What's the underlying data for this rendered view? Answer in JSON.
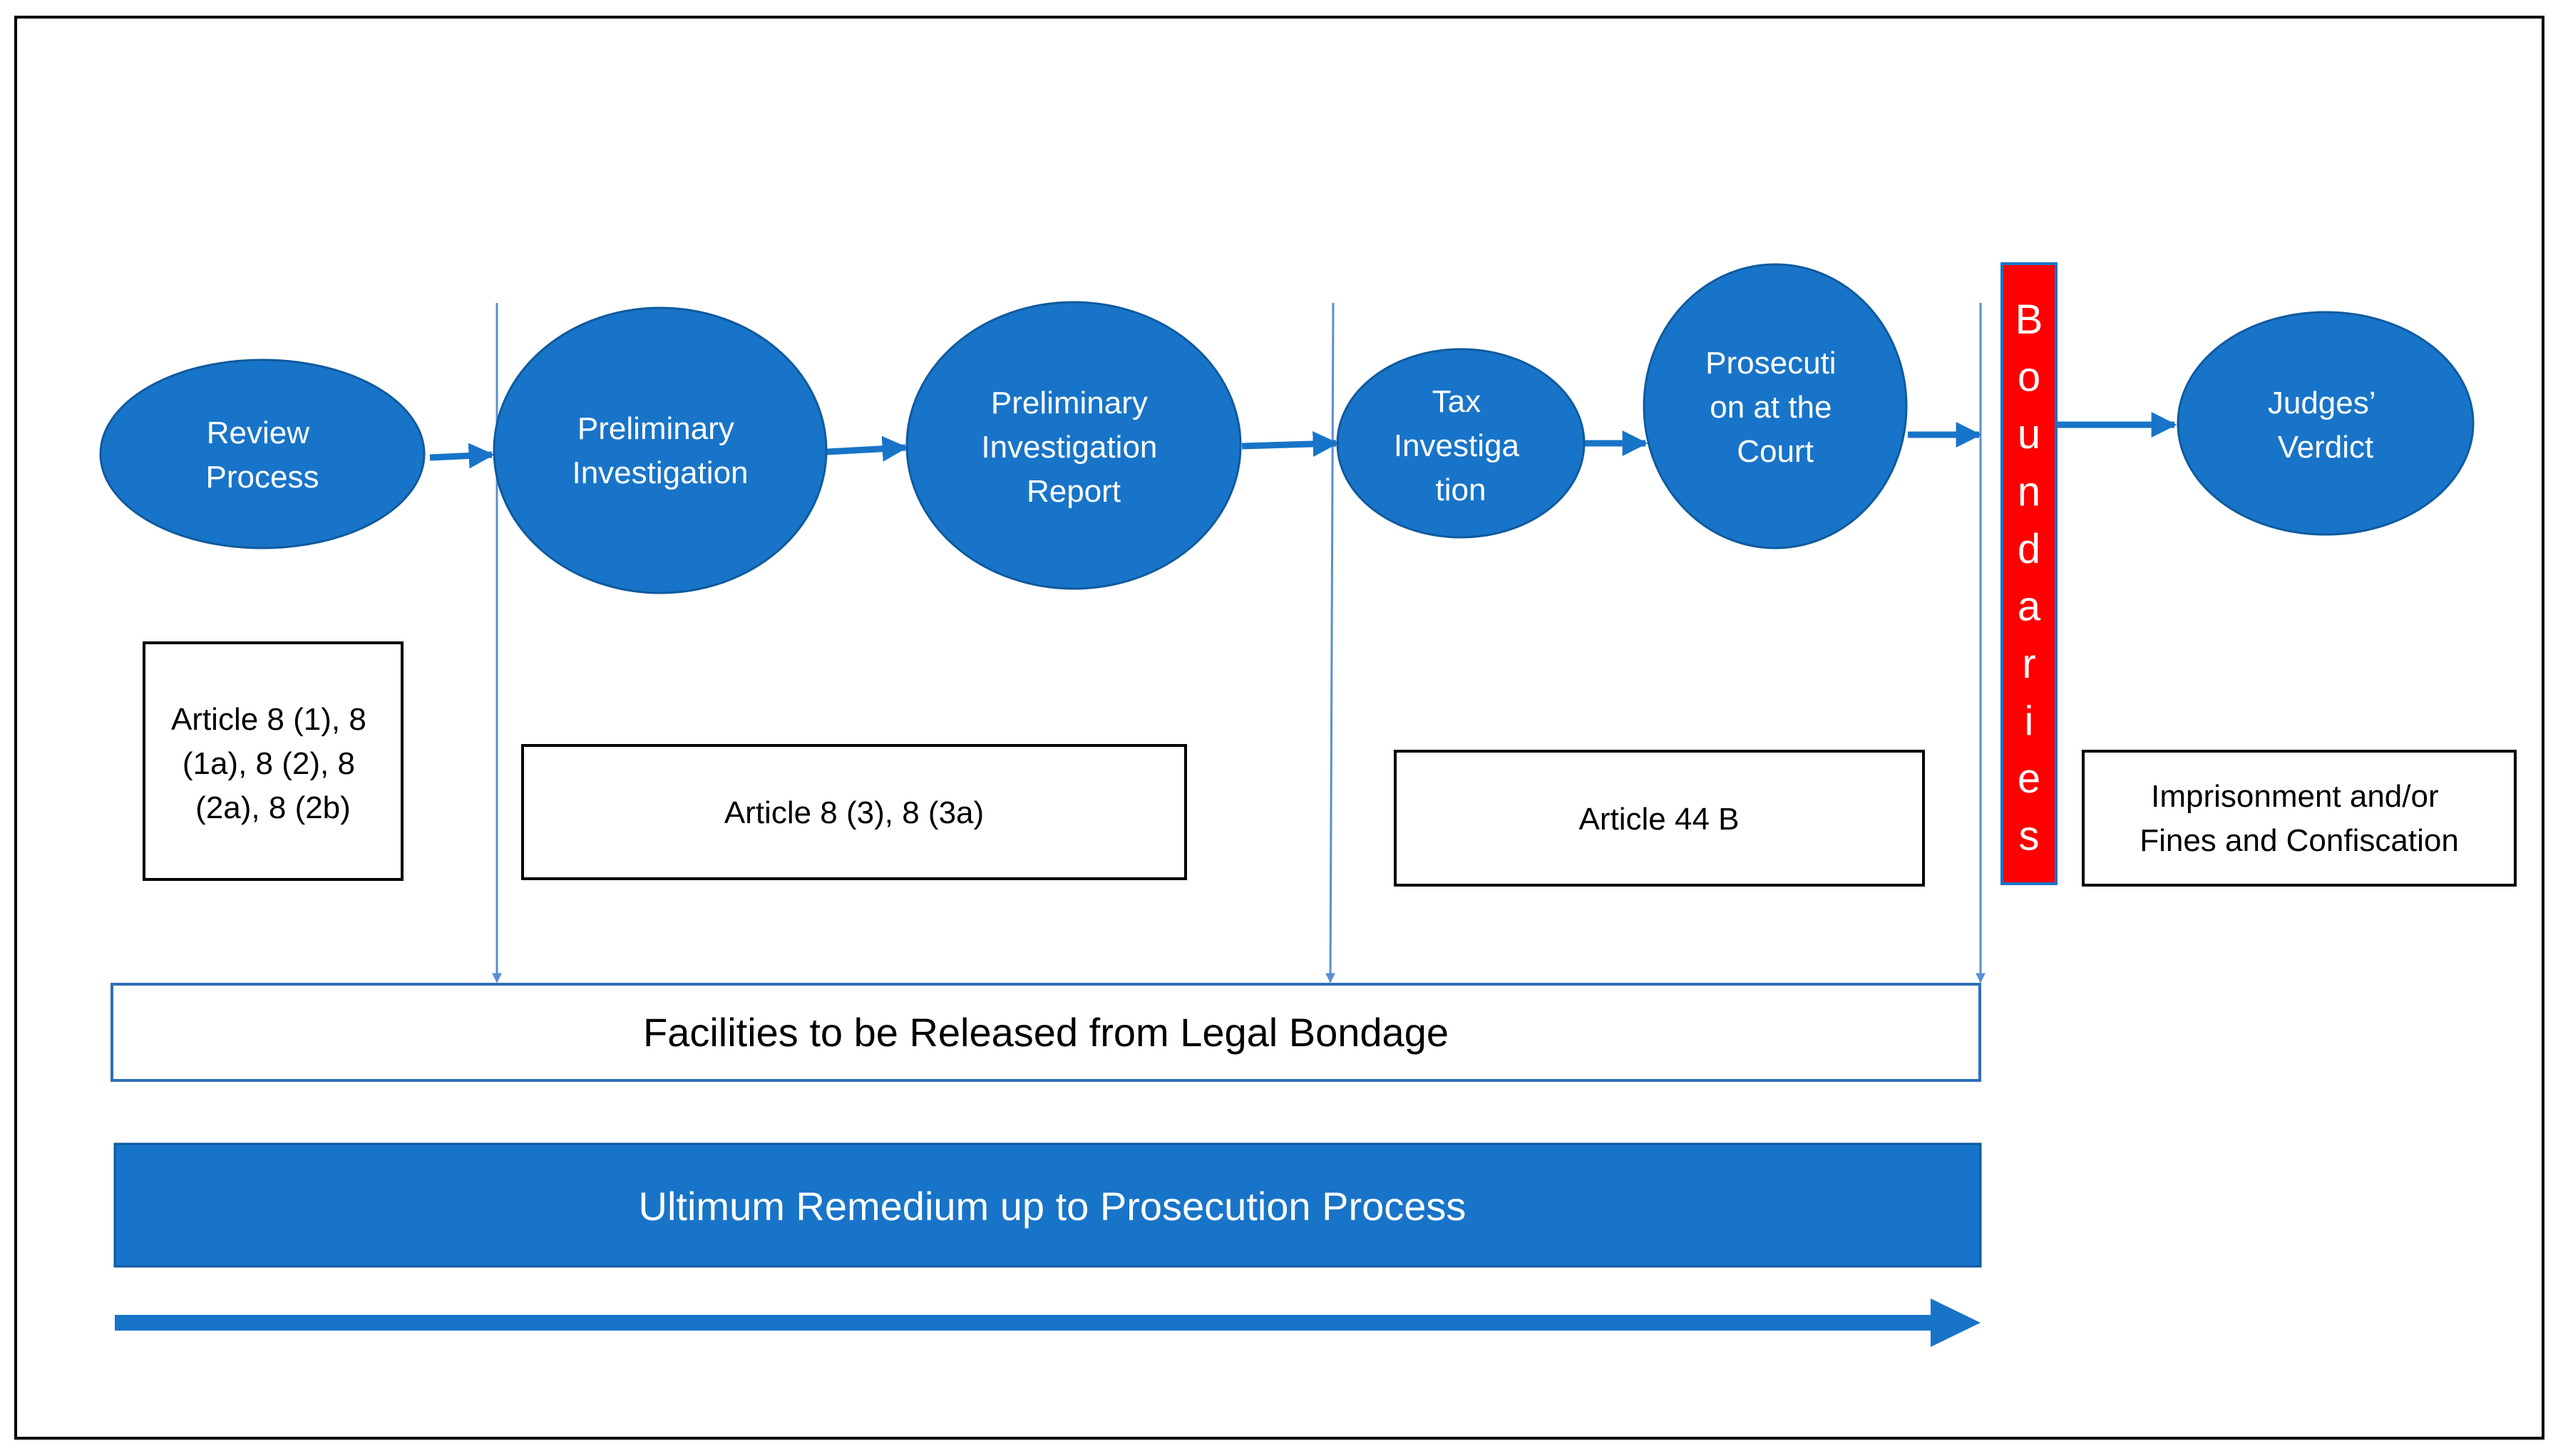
{
  "colors": {
    "node_fill": "#1874c8",
    "node_stroke": "#0f5a9e",
    "arrow": "#1874c8",
    "boundary_fill": "#ff0000",
    "boundary_stroke": "#1874c8",
    "frame": "#000000",
    "box_stroke": "#000000",
    "band_stroke": "#2f6fb7",
    "thin_line": "#5b8fd0"
  },
  "nodes": [
    {
      "id": "review",
      "lines": [
        "Review",
        "Process"
      ]
    },
    {
      "id": "preliminary-investigation",
      "lines": [
        "Preliminary",
        "Investigation"
      ]
    },
    {
      "id": "preliminary-report",
      "lines": [
        "Preliminary",
        "Investigation",
        "Report"
      ]
    },
    {
      "id": "tax-investigation",
      "lines": [
        "Tax",
        "Investiga",
        "tion"
      ]
    },
    {
      "id": "prosecution",
      "lines": [
        "Prosecuti",
        "on at the",
        "Court"
      ]
    },
    {
      "id": "judges-verdict",
      "lines": [
        "Judges’",
        "Verdict"
      ]
    }
  ],
  "boundary": {
    "letters": [
      "B",
      "o",
      "u",
      "n",
      "d",
      "a",
      "r",
      "i",
      "e",
      "s"
    ]
  },
  "boxes": [
    {
      "id": "article-8-review",
      "lines": [
        "Article 8 (1), 8",
        "(1a), 8 (2), 8",
        "(2a), 8 (2b)"
      ]
    },
    {
      "id": "article-8-3",
      "lines": [
        "Article 8 (3), 8 (3a)"
      ]
    },
    {
      "id": "article-44b",
      "lines": [
        "Article 44 B"
      ]
    },
    {
      "id": "sanctions",
      "lines": [
        "Imprisonment and/or",
        "Fines and Confiscation"
      ]
    }
  ],
  "facilities": {
    "label": "Facilities to be Released from Legal Bondage"
  },
  "remedium": {
    "label": "Ultimum Remedium up to Prosecution Process"
  }
}
